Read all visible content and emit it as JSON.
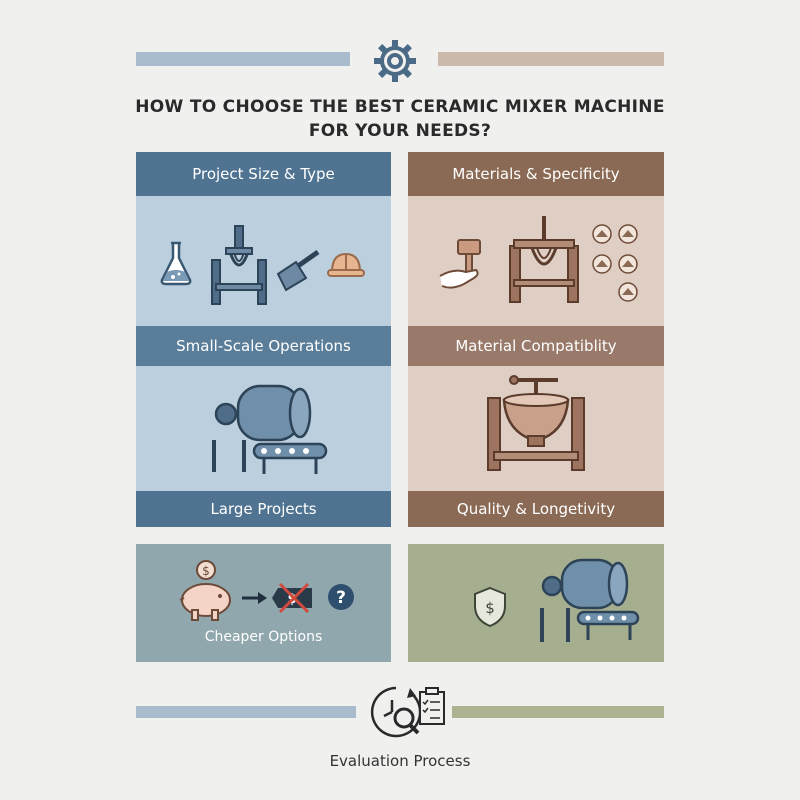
{
  "header": {
    "title_line1": "HOW TO CHOOSE THE BEST CERAMIC MIXER MACHINE",
    "title_line2": "FOR YOUR NEEDS?"
  },
  "left_column": {
    "header": "Project Size & Type",
    "middle_label": "Small-Scale Operations",
    "bottom_label": "Large Projects"
  },
  "right_column": {
    "header": "Materials & Specificity",
    "middle_label": "Material Compatiblity",
    "bottom_label": "Quality & Longetivity"
  },
  "bottom_left": {
    "label": "Cheaper Options",
    "coin_symbol": "$",
    "tag_symbol": "$",
    "question_symbol": "?"
  },
  "bottom_right": {
    "shield_symbol": "$"
  },
  "footer": {
    "label": "Evaluation Process"
  },
  "icons": [
    "gear-icon",
    "flask-icon",
    "mixer-icon",
    "trowel-icon",
    "hardhat-icon",
    "hand-hammer-icon",
    "material-badges-icon",
    "drum-mixer-icon",
    "bowl-mixer-icon",
    "piggy-bank-icon",
    "crossed-price-tag-icon",
    "question-icon",
    "shield-dollar-icon",
    "evaluation-icon"
  ],
  "colors": {
    "blue_header": "#4f7391",
    "blue_panel": "#bccfdf",
    "brown_header": "#8a6a55",
    "brown_panel": "#dfcec3",
    "teal_panel": "#8fa7ad",
    "olive_panel": "#a6ae90"
  }
}
